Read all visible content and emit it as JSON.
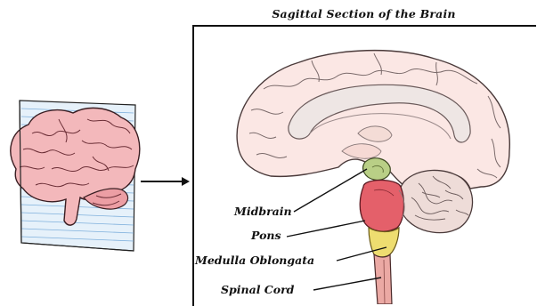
{
  "diagram": {
    "title": "Sagittal Section of the Brain",
    "labels": {
      "midbrain": "Midbrain",
      "pons": "Pons",
      "medulla": "Medulla Oblongata",
      "spinal_cord": "Spinal Cord"
    },
    "colors": {
      "midbrain": "#b9cf86",
      "pons": "#e4606a",
      "medulla": "#eedd70",
      "spinal_cord": "#eba9a4",
      "brain_pink": "#f3b8bb",
      "sagittal_plane": "#9fc6e6"
    }
  }
}
